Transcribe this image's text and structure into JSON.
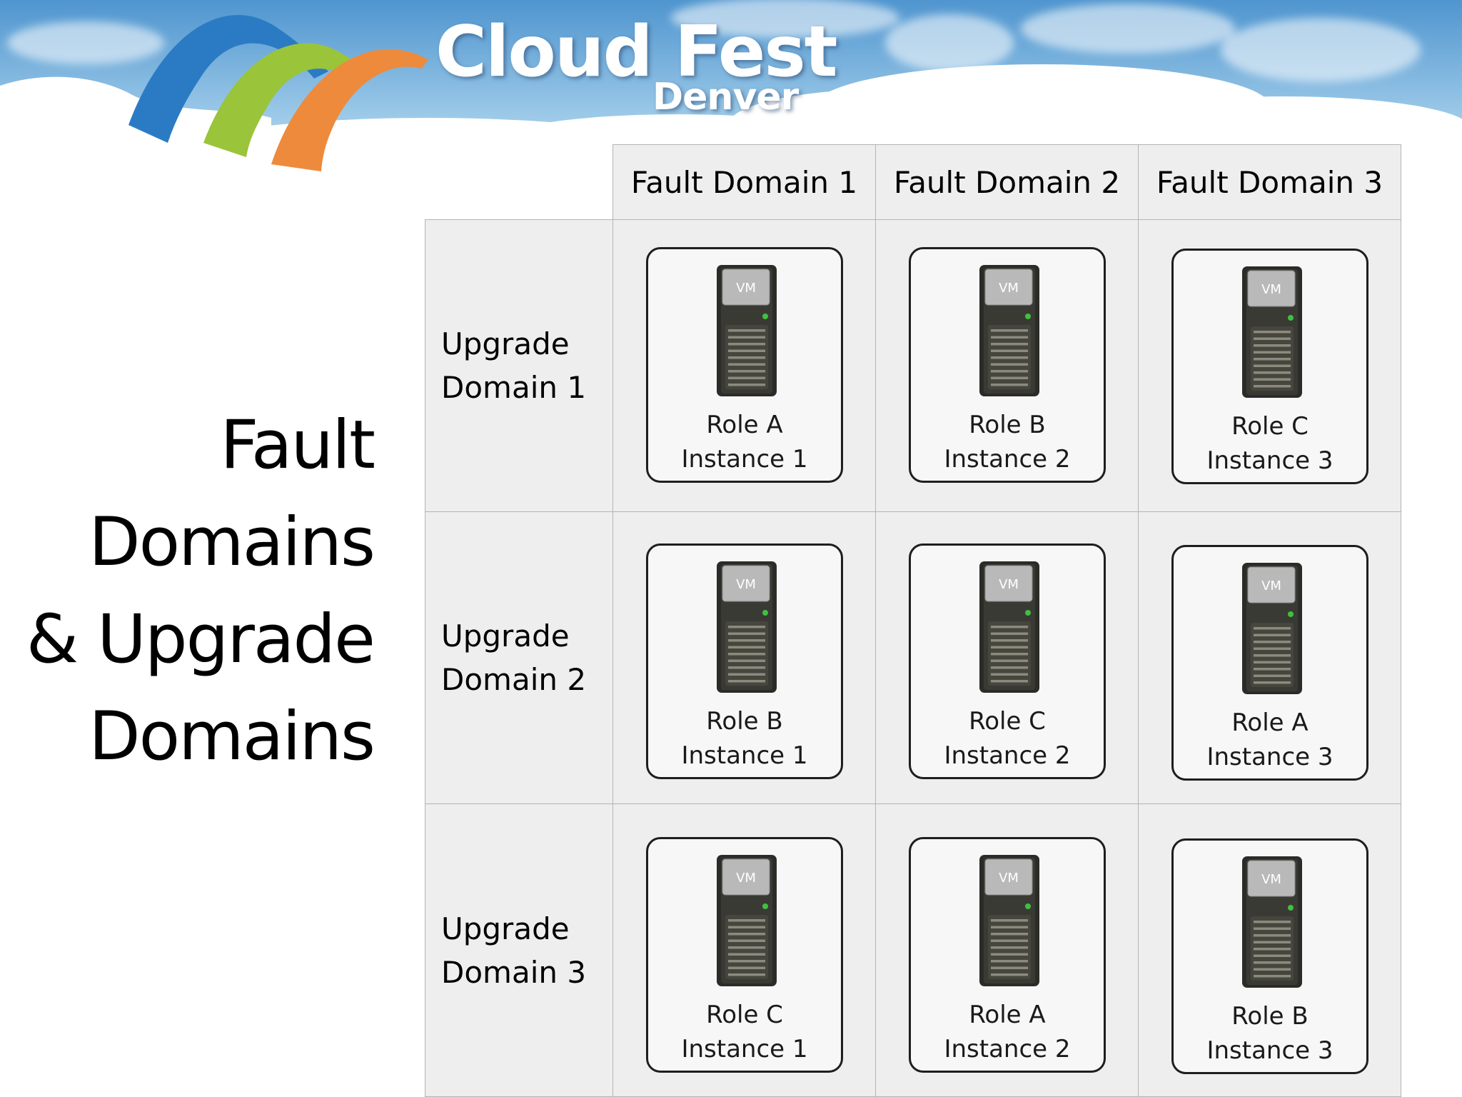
{
  "header": {
    "logo_line1": "Cloud Fest",
    "logo_line2": "Denver"
  },
  "title_lines": [
    "Fault",
    "Domains",
    "& Upgrade",
    "Domains"
  ],
  "fault_domains": [
    "Fault Domain 1",
    "Fault Domain 2",
    "Fault Domain 3"
  ],
  "upgrade_domains": [
    {
      "line1": "Upgrade",
      "line2": "Domain 1"
    },
    {
      "line1": "Upgrade",
      "line2": "Domain 2"
    },
    {
      "line1": "Upgrade",
      "line2": "Domain 3"
    }
  ],
  "vm_badge": "VM",
  "cells": [
    [
      {
        "role": "Role A",
        "instance": "Instance 1"
      },
      {
        "role": "Role B",
        "instance": "Instance 2"
      },
      {
        "role": "Role C",
        "instance": "Instance 3"
      }
    ],
    [
      {
        "role": "Role B",
        "instance": "Instance 1"
      },
      {
        "role": "Role C",
        "instance": "Instance 2"
      },
      {
        "role": "Role A",
        "instance": "Instance 3"
      }
    ],
    [
      {
        "role": "Role C",
        "instance": "Instance 1"
      },
      {
        "role": "Role A",
        "instance": "Instance 2"
      },
      {
        "role": "Role B",
        "instance": "Instance 3"
      }
    ]
  ],
  "colors": {
    "sky_top": "#4f95cf",
    "sky_bottom": "#9fcdea",
    "arc_blue": "#2b7bc4",
    "arc_green": "#9ac43a",
    "arc_orange": "#ee8a3c",
    "cell_fill": "#eeeeef",
    "grid_line": "#b4b4b4",
    "server_body": "#2b2b27",
    "server_led": "#3fc13f"
  }
}
